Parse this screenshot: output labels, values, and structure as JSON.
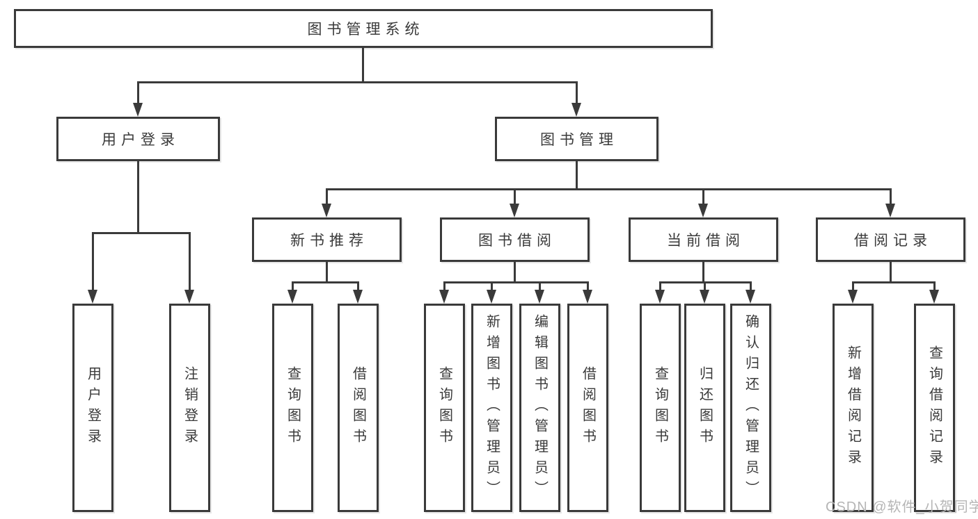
{
  "diagram": {
    "type": "hierarchy-tree",
    "root": {
      "label": "图书管理系统",
      "children": [
        {
          "label": "用户登录",
          "children": [
            {
              "label": "用户登录"
            },
            {
              "label": "注销登录"
            }
          ]
        },
        {
          "label": "图书管理",
          "children": [
            {
              "label": "新书推荐",
              "children": [
                {
                  "label": "查询图书"
                },
                {
                  "label": "借阅图书"
                }
              ]
            },
            {
              "label": "图书借阅",
              "children": [
                {
                  "label": "查询图书"
                },
                {
                  "label": "新增图书（管理员）"
                },
                {
                  "label": "编辑图书（管理员）"
                },
                {
                  "label": "借阅图书"
                }
              ]
            },
            {
              "label": "当前借阅",
              "children": [
                {
                  "label": "查询图书"
                },
                {
                  "label": "归还图书"
                },
                {
                  "label": "确认归还（管理员）"
                }
              ]
            },
            {
              "label": "借阅记录",
              "children": [
                {
                  "label": "新增借阅记录"
                },
                {
                  "label": "查询借阅记录"
                }
              ]
            }
          ]
        }
      ]
    },
    "watermark": "CSDN @软件_小贺同学",
    "colors": {
      "line": "#3a3a3a",
      "text": "#3a3a3a",
      "box_background": "#ffffff",
      "page_background": "#ffffff",
      "watermark": "#b5b5b5"
    }
  }
}
